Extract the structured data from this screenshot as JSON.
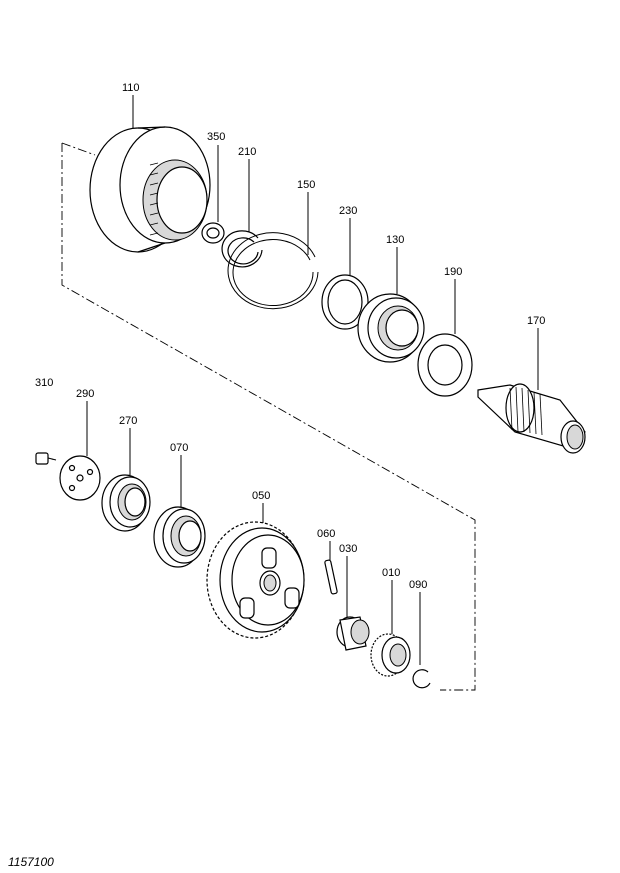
{
  "diagram": {
    "reference_number": "1157100",
    "callouts": {
      "c110": "110",
      "c350": "350",
      "c210": "210",
      "c150": "150",
      "c230": "230",
      "c130": "130",
      "c190": "190",
      "c170": "170",
      "c310": "310",
      "c290": "290",
      "c270": "270",
      "c070": "070",
      "c050": "050",
      "c060": "060",
      "c030": "030",
      "c010": "010",
      "c090": "090"
    }
  }
}
